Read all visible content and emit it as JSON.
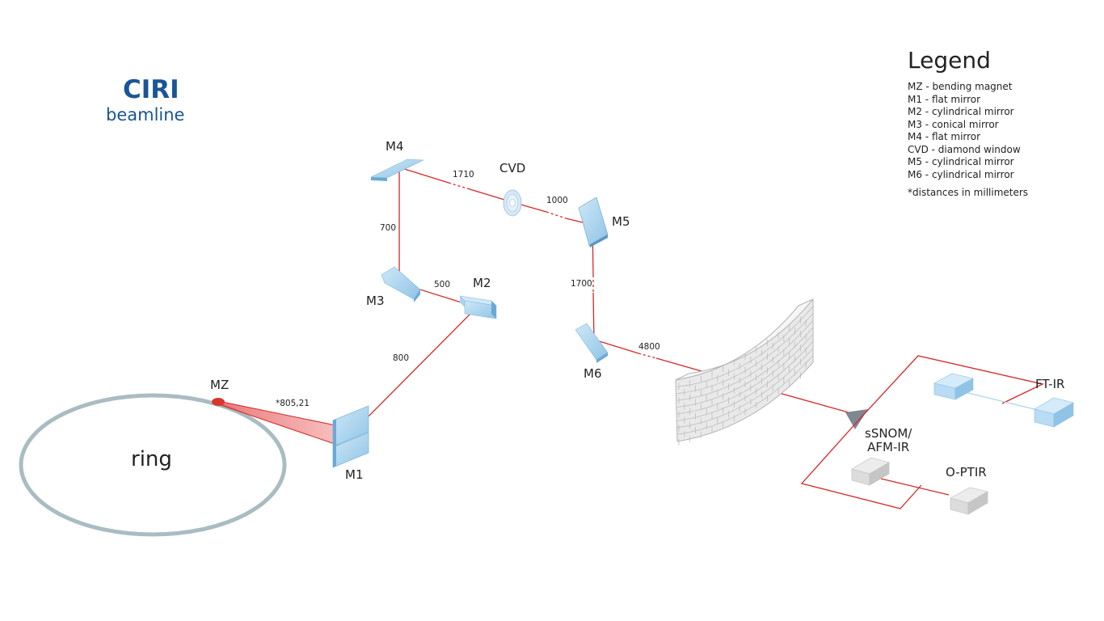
{
  "title": "CIRI",
  "subtitle": "beamline",
  "legend": {
    "title": "Legend",
    "items": [
      "MZ - bending magnet",
      "M1 - flat mirror",
      "M2 - cylindrical mirror",
      "M3 - conical mirror",
      "M4 - flat mirror",
      "CVD - diamond window",
      "M5 - cylindrical mirror",
      "M6 - cylindrical mirror"
    ],
    "note": "*distances in millimeters"
  },
  "components": {
    "ring": "ring",
    "mz": "MZ",
    "m1": "M1",
    "m2": "M2",
    "m3": "M3",
    "m4": "M4",
    "cvd": "CVD",
    "m5": "M5",
    "m6": "M6"
  },
  "distances": {
    "mz_m1": "*805,21",
    "m1_m2": "800",
    "m2_m3": "500",
    "m3_m4": "700",
    "m4_cvd": "1710",
    "cvd_m5": "1000",
    "m5_m6": "1700",
    "m6_wall": "4800"
  },
  "endstations": {
    "ftir": "FT-IR",
    "ssnom": "sSNOM/\nAFM-IR",
    "optir": "O-PTIR"
  },
  "colors": {
    "beam": "#d62728",
    "mirror": "#a9d4ee",
    "mirror_edge": "#6fb0d8",
    "ring": "#a9bcc2",
    "title": "#1a5596",
    "wall": "#e8e8e8"
  }
}
